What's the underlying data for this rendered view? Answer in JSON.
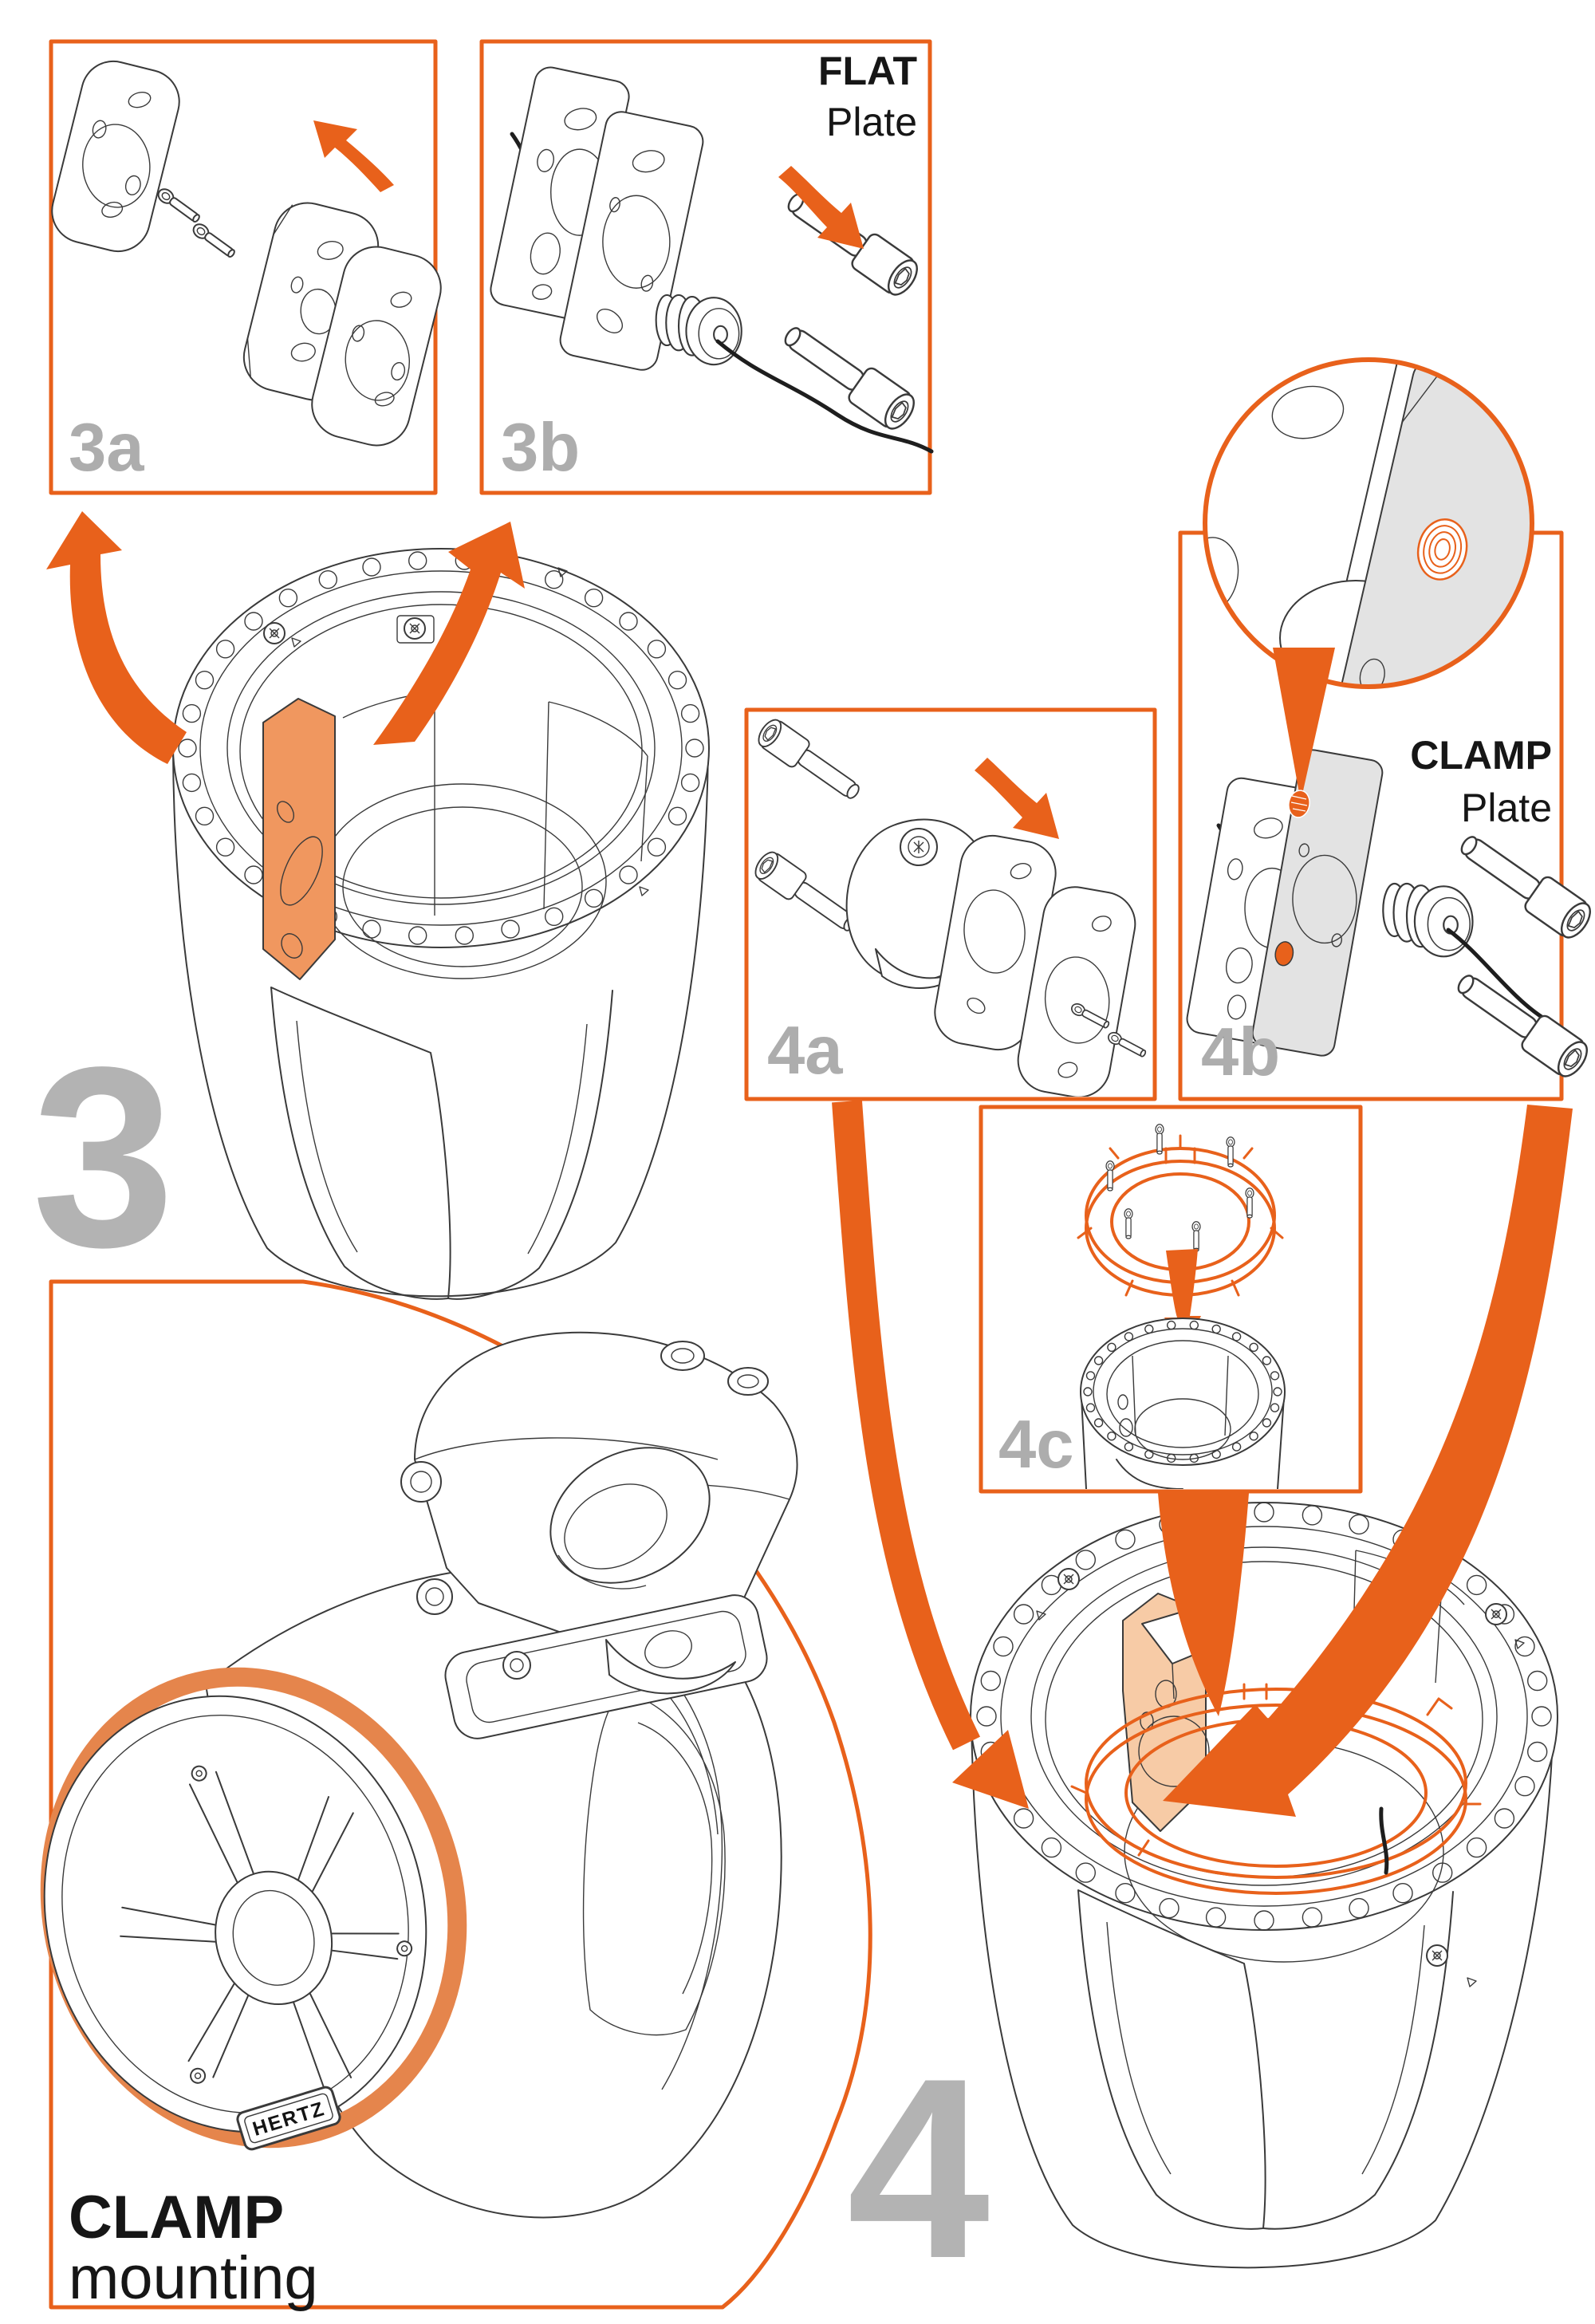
{
  "labels": {
    "step3": "3",
    "step4": "4",
    "sub_3a": "3a",
    "sub_3b": "3b",
    "sub_4a": "4a",
    "sub_4b": "4b",
    "sub_4c": "4c",
    "flat_plate_bold": "FLAT",
    "flat_plate_reg": "Plate",
    "clamp_plate_bold": "CLAMP",
    "clamp_plate_reg": "Plate",
    "clamp_mounting_bold": "CLAMP",
    "clamp_mounting_reg": "mounting",
    "brand_badge": "HERTZ"
  },
  "colors": {
    "accent_orange": "#e8611b",
    "highlight_plate_orange": "#f0975f",
    "highlight_bracket_peach": "#f7cba6",
    "speaker_band_orange": "#e5854c",
    "step_number_gray": "#b3b3b3",
    "substep_label_gray": "#adadad",
    "lineart_ink": "#3a3a3a",
    "gray_plate_fill": "#e3e3e3"
  },
  "icons": {
    "curved-arrow-up-left-icon": "orange curved arrow, svg shape",
    "curved-arrow-up-right-icon": "orange curved arrow, svg shape",
    "arrow-up-left-icon": "orange straight arrow, svg shape",
    "arrow-down-right-icon": "orange straight arrow, svg shape",
    "arrow-down-icon": "orange tapered arrow, svg shape",
    "zoom-pointer-icon": "orange triangle callout pointer, svg shape",
    "long-curved-flow-arrow-icon": "orange tapered flow arrow, svg shape"
  }
}
